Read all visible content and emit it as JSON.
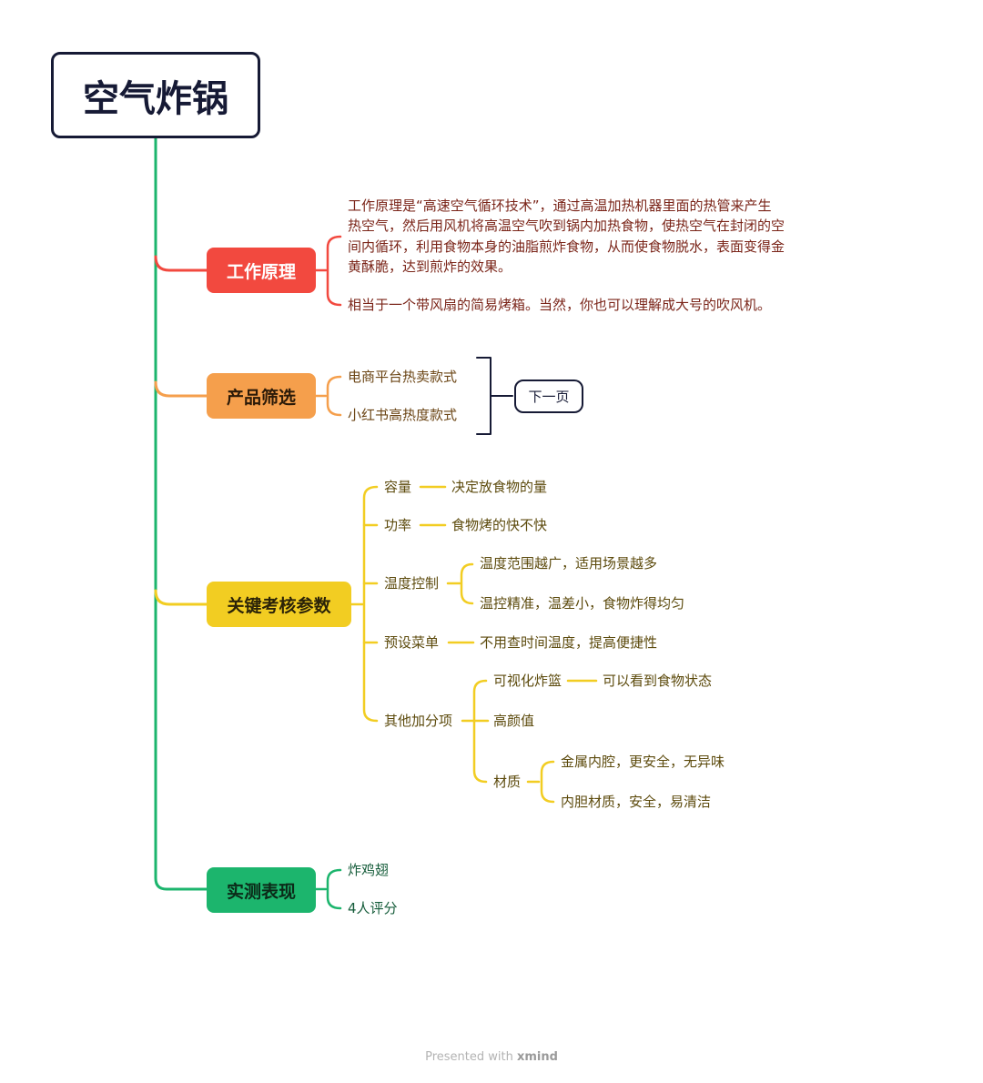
{
  "root": {
    "title": "空气炸锅"
  },
  "branches": {
    "principle": {
      "label": "工作原理",
      "para1": "工作原理是“高速空气循环技术”，通过高温加热机器里面的热管来产生热空气，然后用风机将高温空气吹到锅内加热食物，使热空气在封闭的空间内循环，利用食物本身的油脂煎炸食物，从而使食物脱水，表面变得金黄酥脆，达到煎炸的效果。",
      "para2": "相当于一个带风扇的简易烤箱。当然，你也可以理解成大号的吹风机。"
    },
    "selection": {
      "label": "产品筛选",
      "items": [
        "电商平台热卖款式",
        "小红书高热度款式"
      ],
      "next_label": "下一页"
    },
    "params": {
      "label": "关键考核参数",
      "capacity": {
        "label": "容量",
        "desc": "决定放食物的量"
      },
      "power": {
        "label": "功率",
        "desc": "食物烤的快不快"
      },
      "temperature": {
        "label": "温度控制",
        "items": [
          "温度范围越广，适用场景越多",
          "温控精准，温差小，食物炸得均匀"
        ]
      },
      "menu": {
        "label": "预设菜单",
        "desc": "不用查时间温度，提高便捷性"
      },
      "extras": {
        "label": "其他加分项",
        "visual": {
          "label": "可视化炸篮",
          "desc": "可以看到食物状态"
        },
        "looks": "高颜值",
        "material": {
          "label": "材质",
          "items": [
            "金属内腔，更安全，无异味",
            "内胆材质，安全，易清洁"
          ]
        }
      }
    },
    "test": {
      "label": "实测表现",
      "items": [
        "炸鸡翅",
        "4人评分"
      ]
    }
  },
  "footer": {
    "prefix": "Presented with",
    "brand": "xmind"
  },
  "colors": {
    "trunk": "#1cb56d",
    "principle": "#f2493f",
    "selection": "#f59f4c",
    "params": "#f2cd22",
    "test": "#1cb56d",
    "dark": "#161a35"
  }
}
